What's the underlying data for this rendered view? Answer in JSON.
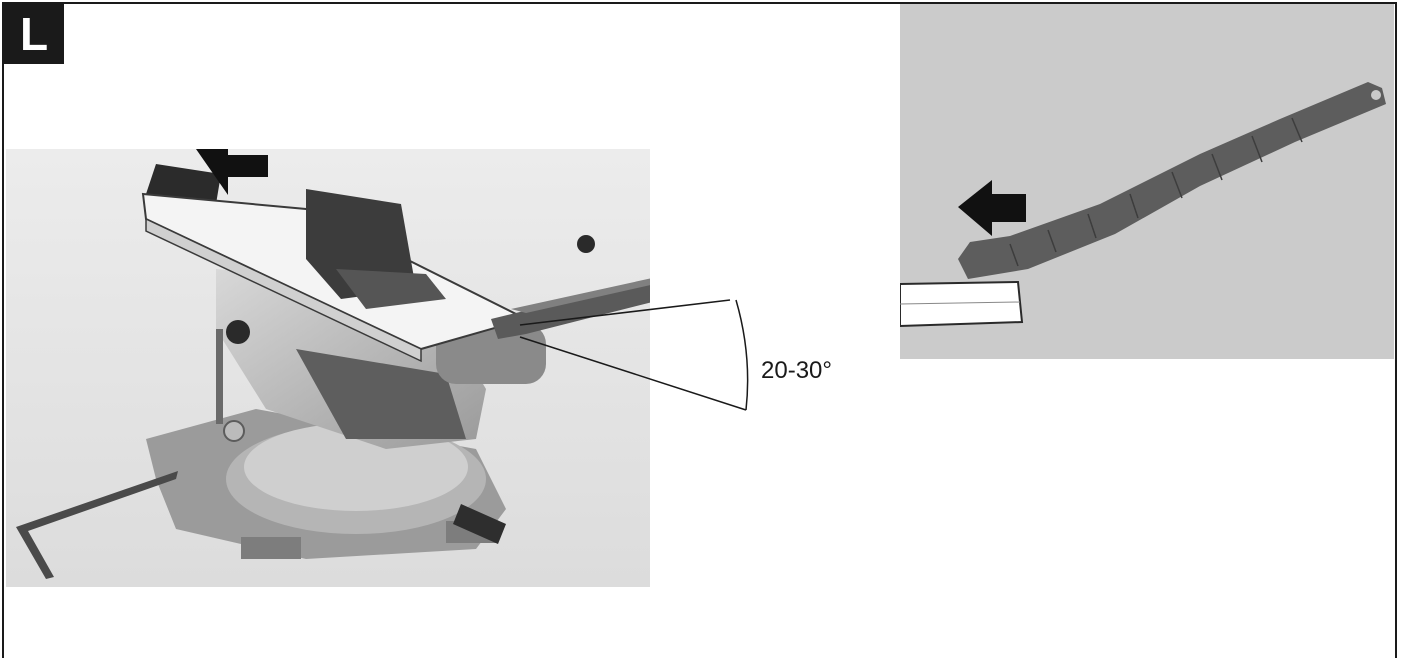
{
  "figure": {
    "label": "L"
  },
  "annotations": {
    "angle": "20-30°"
  },
  "images": {
    "left_photo": "miter-saw-with-push-stick",
    "right_photo": "push-stick-detail"
  },
  "icons": {
    "push_direction_left": "push-direction-arrow",
    "push_direction_right": "push-direction-arrow"
  },
  "colors": {
    "label_bg": "#1a1a1a",
    "photo_bg_left": "#e9e9e9",
    "photo_bg_right": "#c9c9c9",
    "push_stick": "#5a5a5a"
  }
}
